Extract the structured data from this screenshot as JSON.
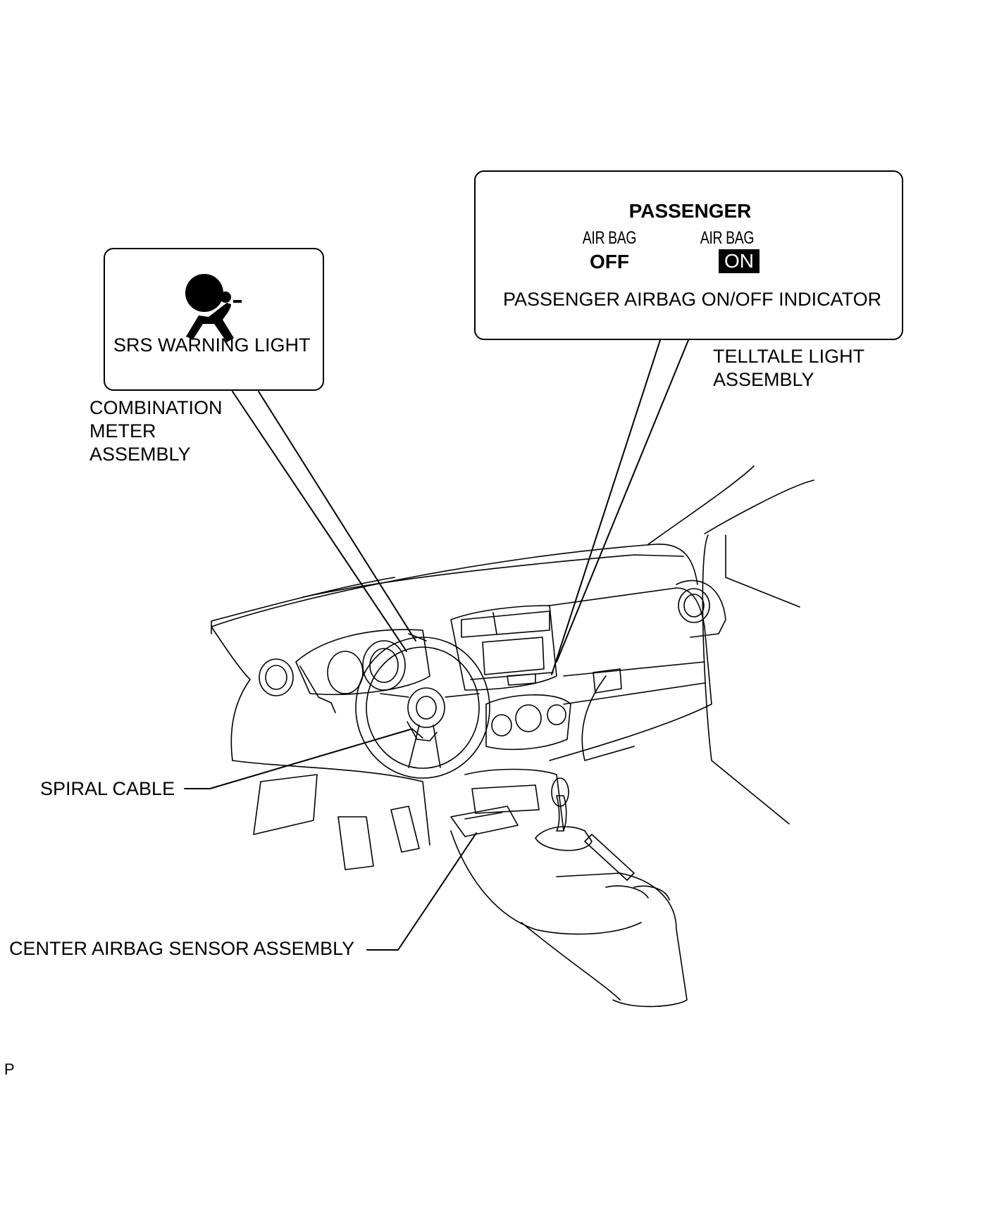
{
  "labels": {
    "srs_warning_light": "SRS WARNING LIGHT",
    "combination_meter": "COMBINATION\nMETER\nASSEMBLY",
    "passenger_indicator": "PASSENGER AIRBAG ON/OFF INDICATOR",
    "telltale_light": "TELLTALE LIGHT\nASSEMBLY",
    "spiral_cable": "SPIRAL CABLE",
    "center_airbag_sensor": "CENTER AIRBAG SENSOR ASSEMBLY",
    "corner_code": "P"
  },
  "indicator": {
    "heading": "PASSENGER",
    "left_small": "AIR BAG",
    "left_state": "OFF",
    "right_small": "AIR BAG",
    "right_state": "ON"
  },
  "icons": {
    "srs": "airbag-warning-icon"
  },
  "colors": {
    "line": "#000000",
    "background": "#ffffff"
  }
}
